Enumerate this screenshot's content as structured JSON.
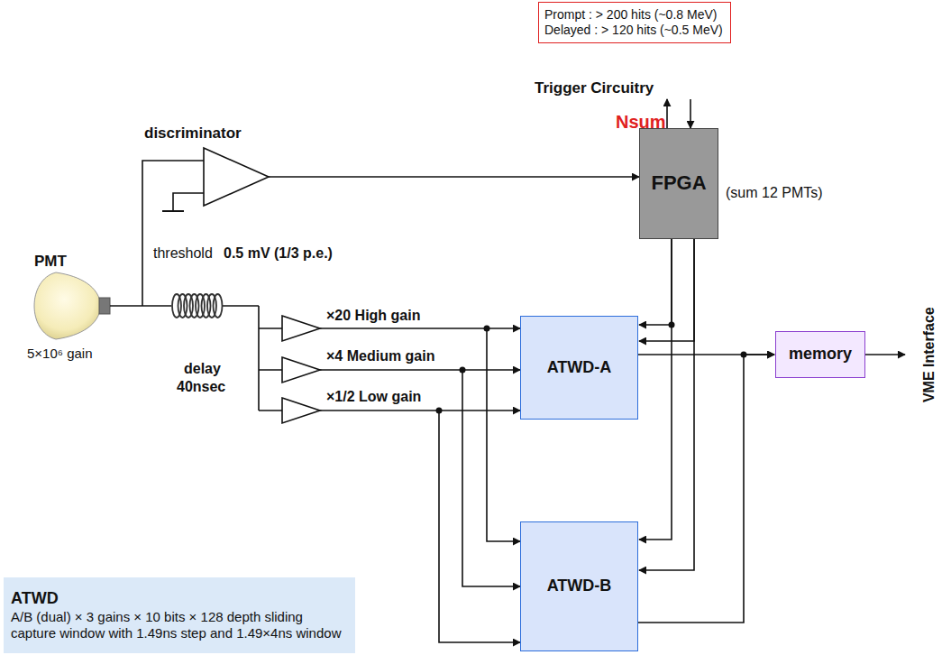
{
  "diagram": {
    "nodes": [
      {
        "text": [
          "Prompt : > 200 hits (~0.8 MeV)",
          "Delayed : > 120 hits (~0.5 MeV)"
        ]
      },
      {
        "text": [
          "FPGA"
        ]
      },
      {
        "text": [
          "ATWD-A"
        ]
      },
      {
        "text": [
          "ATWD-B"
        ]
      },
      {
        "text": [
          "memory"
        ]
      },
      {
        "text": [
          "ATWD",
          "A/B (dual) × 3 gains × 10 bits × 128 depth sliding capture window with 1.49ns step and 1.49×4ns window"
        ]
      }
    ],
    "edges": [
      {
        "from": 1,
        "to": 2,
        "arrow": "to"
      },
      {
        "from": 1,
        "to": 2,
        "arrow": "to"
      },
      {
        "from": 1,
        "to": 3,
        "arrow": "to"
      },
      {
        "from": 1,
        "to": 3,
        "arrow": "to"
      },
      {
        "from": 2,
        "to": 4,
        "arrow": "to"
      },
      {
        "from": 3,
        "to": 4,
        "arrow": "to"
      }
    ],
    "labels": [
      "Trigger Circuitry",
      "Nsum",
      "(sum 12 PMTs)",
      "discriminator",
      "threshold",
      "0.5 mV (1/3 p.e.)",
      "PMT",
      "5×10⁶ gain",
      "delay",
      "40nsec",
      "×20 High gain",
      "×4 Medium gain",
      "×1/2 Low gain",
      "VME Interface"
    ]
  }
}
